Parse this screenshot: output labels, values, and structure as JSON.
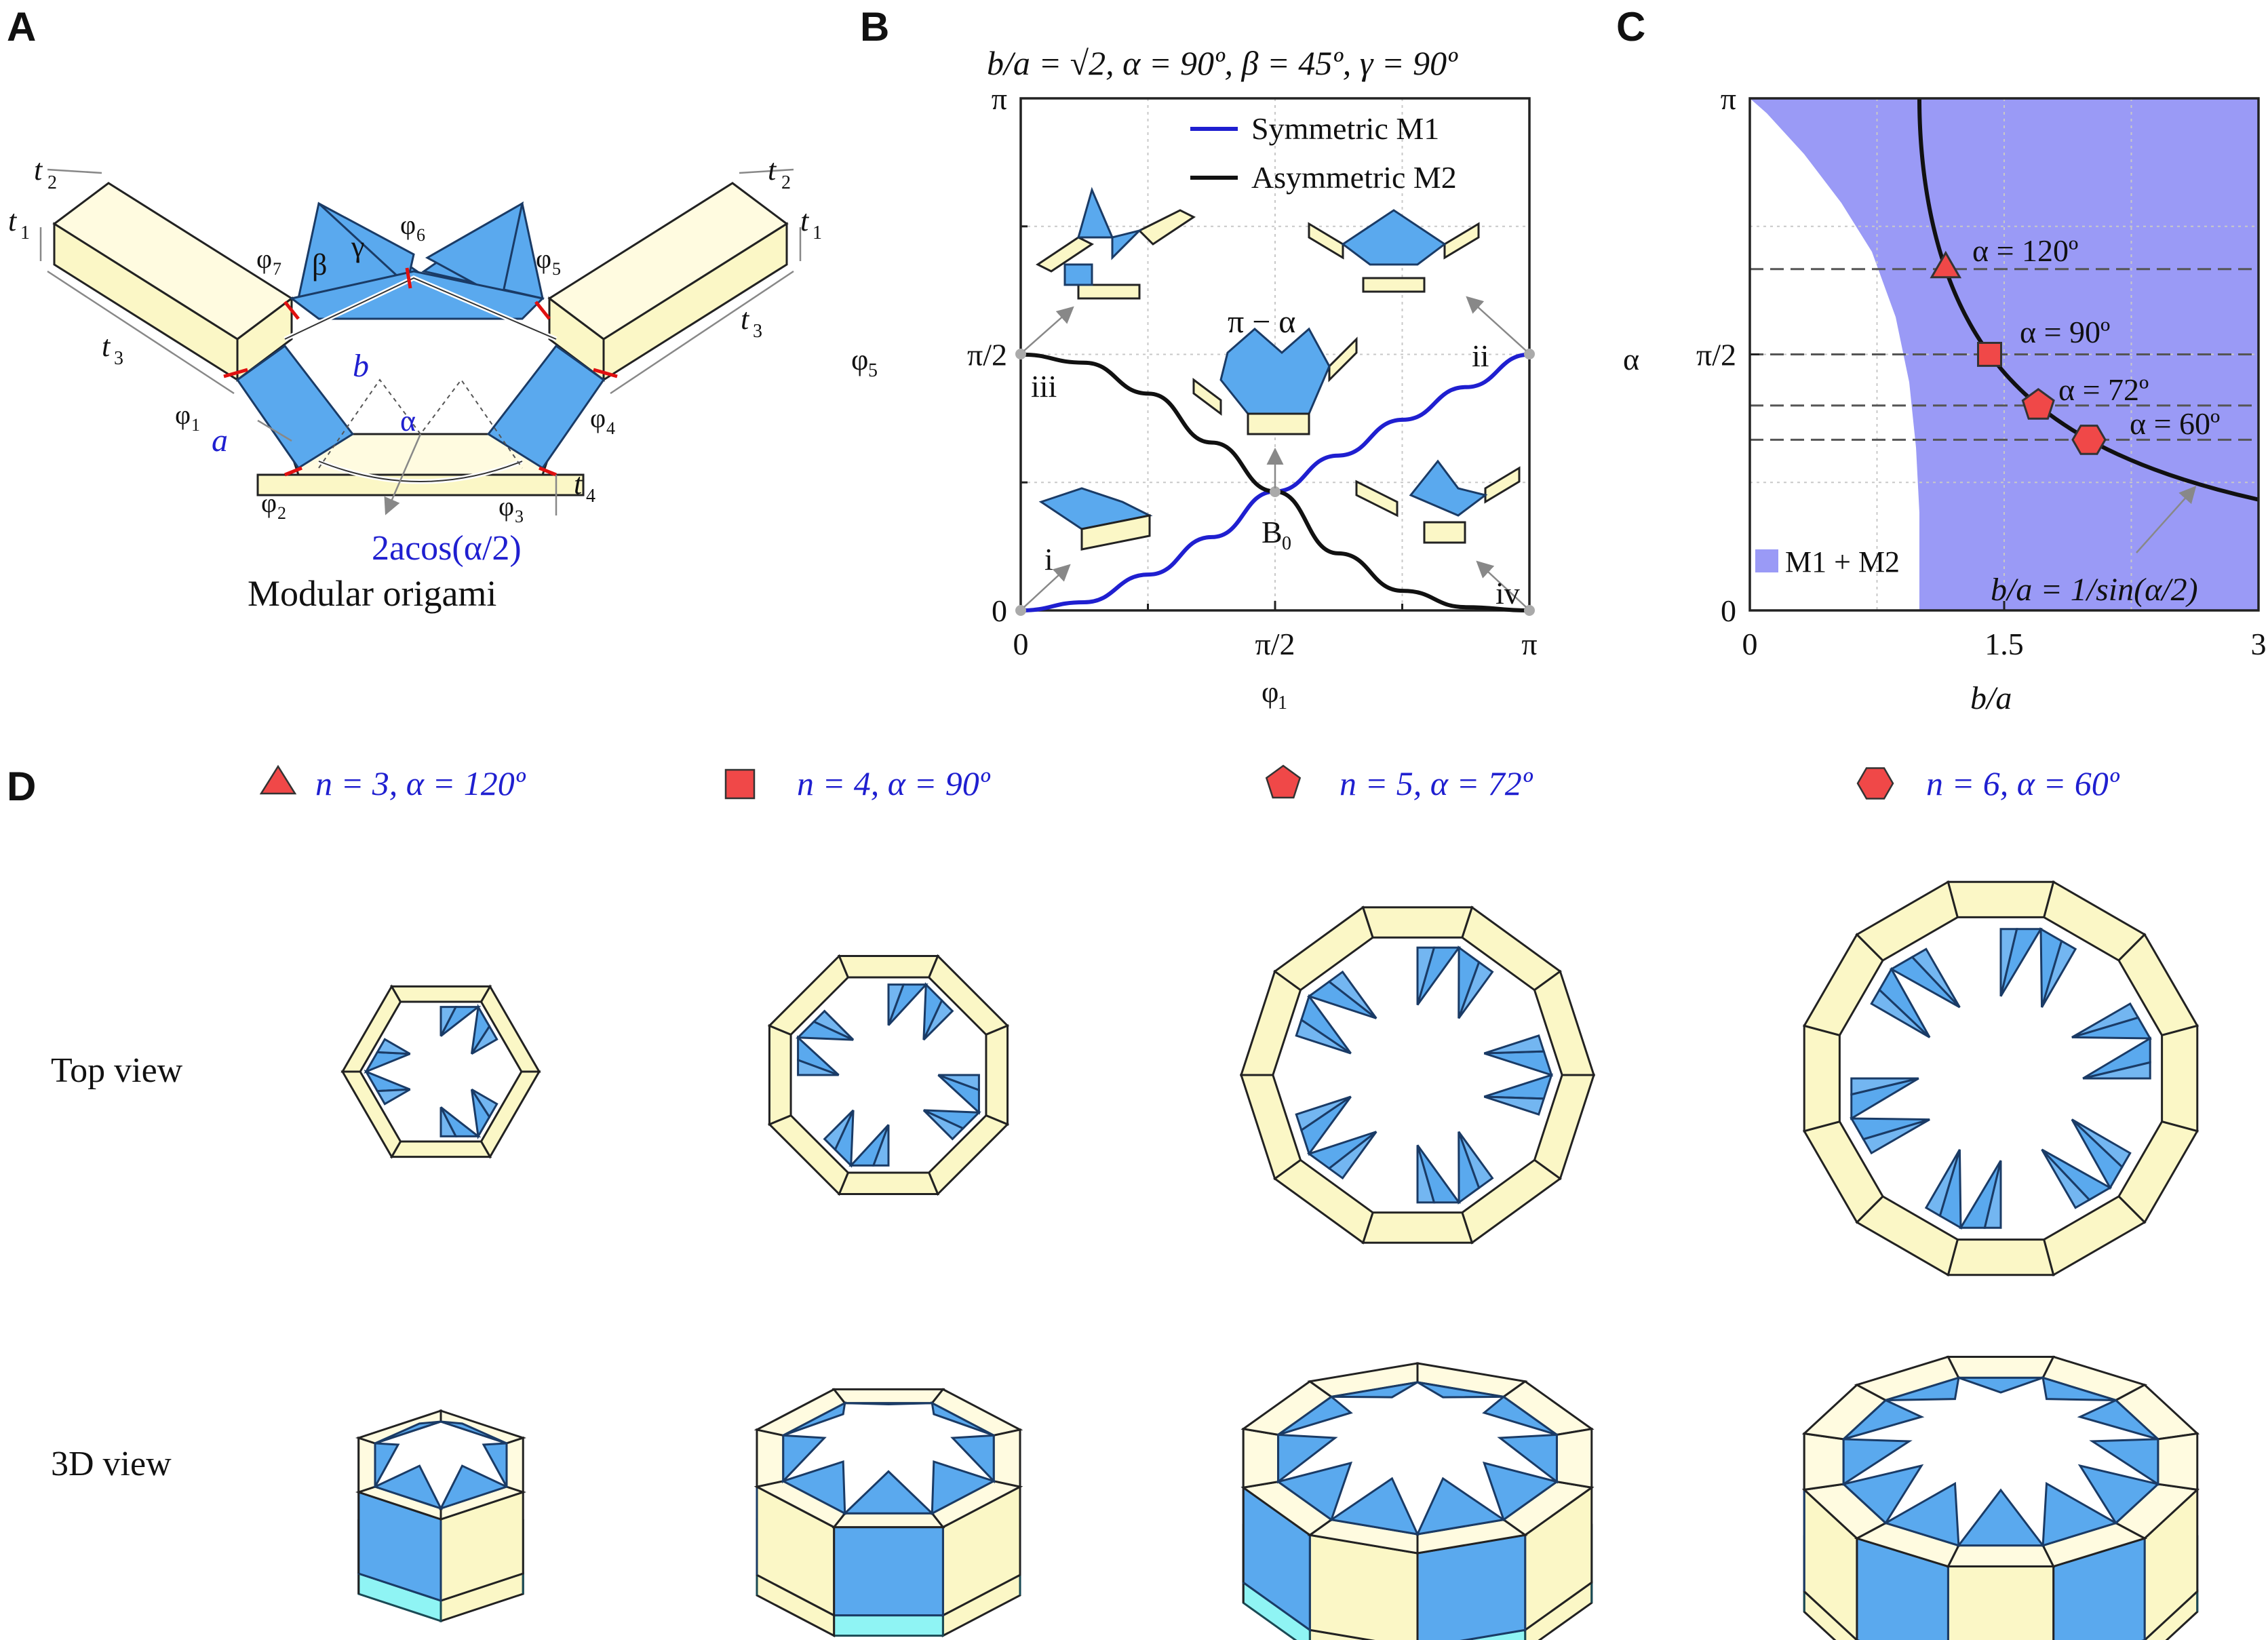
{
  "panelA": {
    "letter": "A",
    "caption": "Modular origami",
    "labels": {
      "t1_left": "t",
      "t1_sub": "1",
      "t2": "t",
      "t2_sub": "2",
      "t3": "t",
      "t3_sub": "3",
      "t4": "t",
      "t4_sub": "4",
      "phi": "φ",
      "phi1": "1",
      "phi2": "2",
      "phi3": "3",
      "phi4": "4",
      "phi5": "5",
      "phi6": "6",
      "phi7": "7",
      "beta": "β",
      "gamma": "γ",
      "a": "a",
      "b": "b",
      "alpha": "α",
      "chord": "2acos(α/2)"
    }
  },
  "panelB": {
    "letter": "B",
    "title": "b/a = √2, α = 90º, β = 45º, γ = 90º",
    "xlabel": "φ",
    "xlabel_sub": "1",
    "ylabel": "φ",
    "ylabel_sub": "5",
    "xticks": [
      "0",
      "π/2",
      "π"
    ],
    "yticks": [
      "0",
      "π/2",
      "π"
    ],
    "legend": [
      "Symmetric  M1",
      "Asymmetric M2"
    ],
    "point_labels": [
      "i",
      "ii",
      "iii",
      "iv",
      "B",
      "0",
      "π − α"
    ]
  },
  "panelC": {
    "letter": "C",
    "xlabel": "b/a",
    "ylabel": "α",
    "xticks": [
      "0",
      "1.5",
      "3"
    ],
    "yticks": [
      "0",
      "π/2",
      "π"
    ],
    "legend": "M1 + M2",
    "curve_label": "b/a = 1/sin(α/2)",
    "markers": [
      "α = 120º",
      "α = 90º",
      "α = 72º",
      "α = 60º"
    ]
  },
  "panelD": {
    "letter": "D",
    "cases": [
      {
        "label": "n = 3, α = 120º",
        "n": 3
      },
      {
        "label": "n = 4, α = 90º",
        "n": 4
      },
      {
        "label": "n = 5, α = 72º",
        "n": 5
      },
      {
        "label": "n = 6, α = 60º",
        "n": 6
      }
    ],
    "row_labels": [
      "Top view",
      "3D view"
    ]
  },
  "colors": {
    "beam": "#fbf7c6",
    "panel": "#5aa9ee",
    "region": "#9a9af6",
    "m1": "#1f1fd0",
    "m2": "#111111",
    "marker": "#f04848",
    "cyan": "#8ff4f4"
  },
  "chart_data": [
    {
      "type": "line",
      "title": "b/a = √2, α = 90º, β = 45º, γ = 90º",
      "xlabel": "φ1",
      "ylabel": "φ5",
      "xlim": [
        0,
        3.1416
      ],
      "ylim": [
        0,
        3.1416
      ],
      "grid": true,
      "legend_position": "top-right",
      "series": [
        {
          "name": "Symmetric  M1",
          "x": [
            0,
            0.39,
            0.79,
            1.18,
            1.57,
            1.96,
            2.36,
            2.75,
            3.14
          ],
          "y": [
            0,
            0.05,
            0.22,
            0.45,
            0.73,
            0.95,
            1.17,
            1.37,
            1.57
          ]
        },
        {
          "name": "Asymmetric M2",
          "x": [
            0,
            0.39,
            0.79,
            1.18,
            1.57,
            1.96,
            2.36,
            2.75,
            3.14
          ],
          "y": [
            1.57,
            1.52,
            1.33,
            1.03,
            0.73,
            0.35,
            0.12,
            0.02,
            0
          ]
        }
      ]
    },
    {
      "type": "area",
      "xlabel": "b/a",
      "ylabel": "α",
      "xlim": [
        0,
        3
      ],
      "ylim": [
        0,
        3.1416
      ],
      "grid": true,
      "legend_position": "bottom-left",
      "boundary": {
        "x": [
          1.0,
          1.0,
          0.98,
          0.94,
          0.86,
          0.72,
          0.54,
          0.32,
          0.1,
          0.0
        ],
        "y": [
          0,
          0.6,
          1.0,
          1.4,
          1.8,
          2.2,
          2.5,
          2.8,
          3.05,
          3.1416
        ]
      },
      "series": [
        {
          "name": "b/a = 1/sin(α/2)",
          "x": [
            3.0,
            2.5,
            2.0,
            1.7,
            1.414,
            1.25,
            1.155,
            1.08,
            1.0
          ],
          "y": [
            0.68,
            0.82,
            1.04,
            1.22,
            1.57,
            1.85,
            2.09,
            2.4,
            3.1416
          ]
        },
        {
          "name": "markers",
          "x": [
            1.155,
            1.414,
            1.701,
            2.0
          ],
          "y": [
            2.094,
            1.571,
            1.257,
            1.047
          ]
        }
      ]
    }
  ]
}
